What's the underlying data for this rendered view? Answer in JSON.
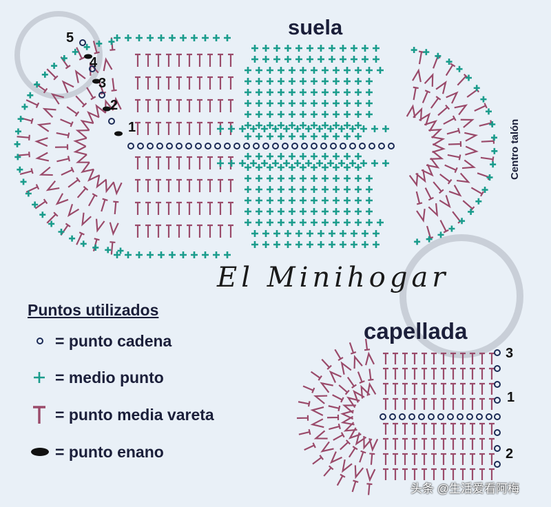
{
  "diagram": {
    "sole_title": "suela",
    "upper_title": "capellada",
    "heel_label": "Centro talón",
    "sole_row_numbers": [
      "5",
      "4",
      "3",
      "2",
      "1"
    ],
    "upper_row_numbers": [
      "3",
      "1",
      "2"
    ],
    "signature": "El Minihogar",
    "watermark": "头条 @生活爱看阿梅",
    "colors": {
      "chain": "#1b2a55",
      "single_crochet": "#1a9c8c",
      "half_double": "#9a4a6a",
      "slip_stitch": "#111111",
      "background": "#e9f0f7"
    }
  },
  "legend": {
    "title": "Puntos utilizados",
    "items": [
      {
        "icon": "chain-stitch-icon",
        "label": "= punto cadena"
      },
      {
        "icon": "single-crochet-icon",
        "label": "= medio punto"
      },
      {
        "icon": "half-double-icon",
        "label": "= punto media vareta"
      },
      {
        "icon": "slip-stitch-icon",
        "label": "= punto enano"
      }
    ]
  }
}
